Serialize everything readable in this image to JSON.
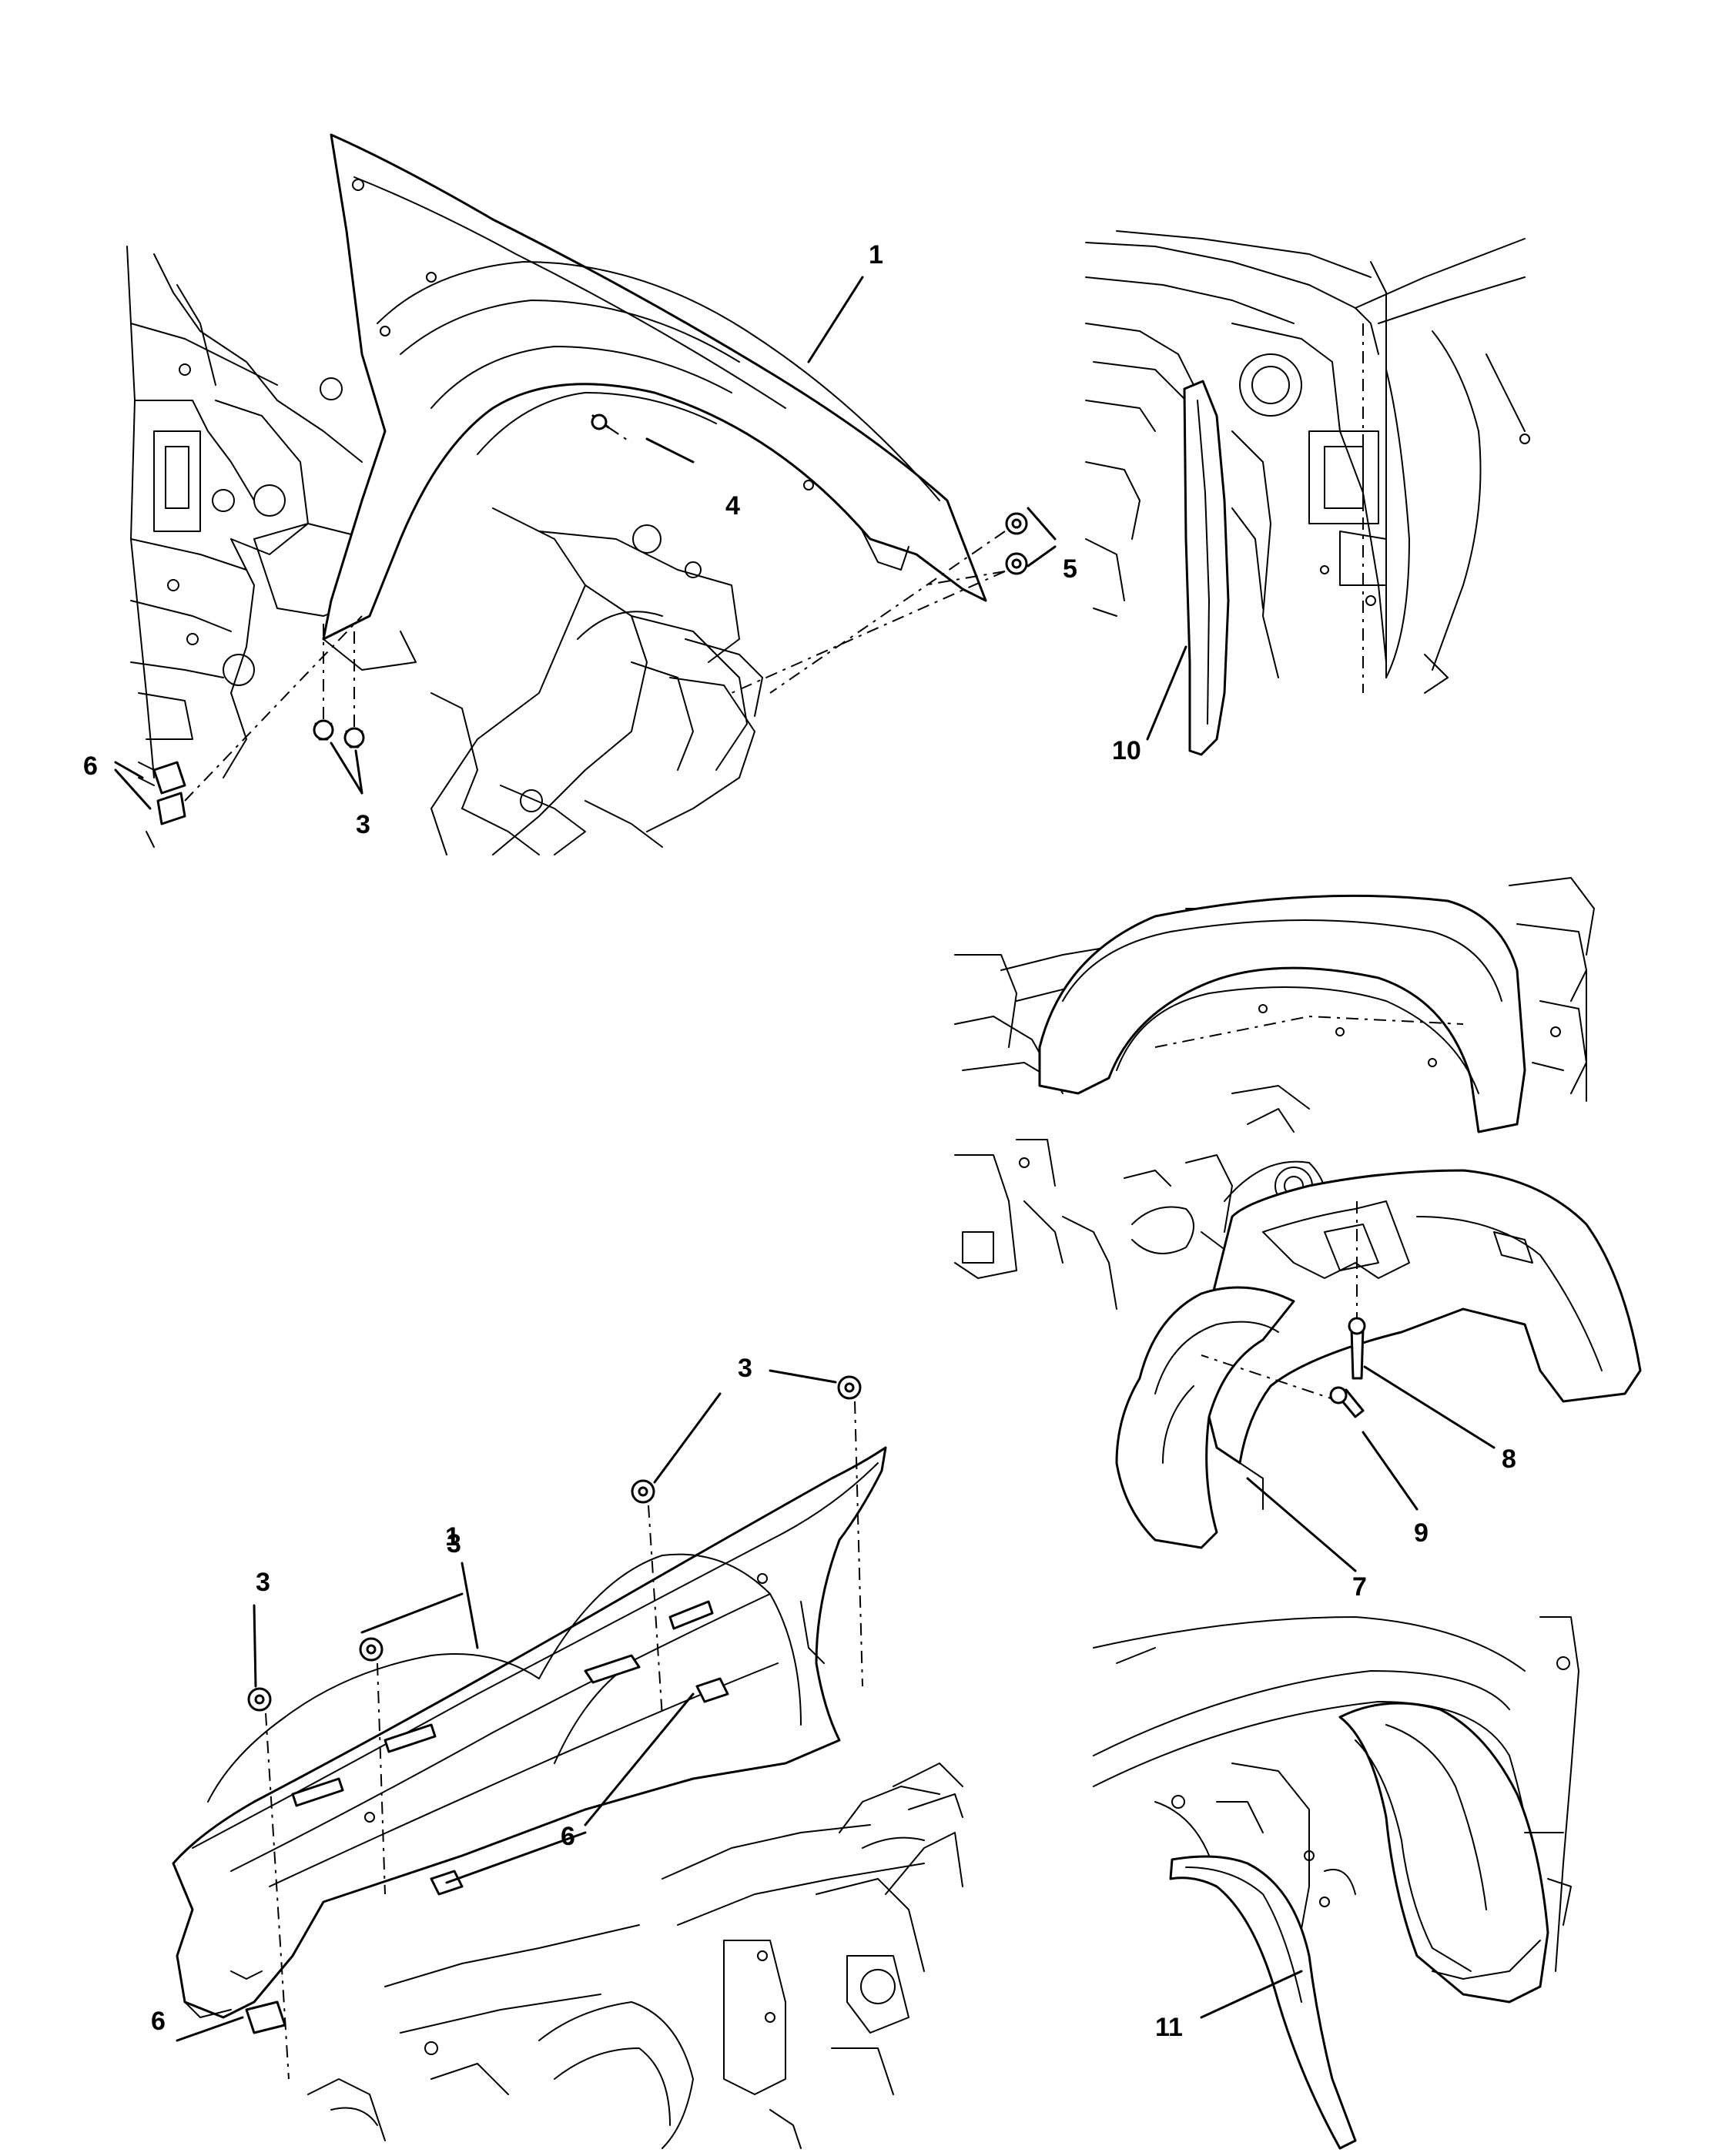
{
  "views": [
    {
      "id": "top-left",
      "callouts": [
        "1",
        "4",
        "5",
        "3",
        "6"
      ]
    },
    {
      "id": "top-right",
      "callouts": [
        "10"
      ]
    },
    {
      "id": "middle-right",
      "callouts": [
        "8",
        "9",
        "7"
      ]
    },
    {
      "id": "bottom-left",
      "callouts": [
        "3",
        "3",
        "3",
        "1",
        "6",
        "6"
      ]
    },
    {
      "id": "bottom-right",
      "callouts": [
        "11"
      ]
    }
  ],
  "labels": {
    "tl_1": "1",
    "tl_4": "4",
    "tl_5": "5",
    "tl_3": "3",
    "tl_6": "6",
    "tr_10": "10",
    "mr_8": "8",
    "mr_9": "9",
    "mr_7": "7",
    "bl_3a": "3",
    "bl_3b": "3",
    "bl_3c": "3",
    "bl_1": "1",
    "bl_6a": "6",
    "bl_6b": "6",
    "br_11": "11"
  }
}
